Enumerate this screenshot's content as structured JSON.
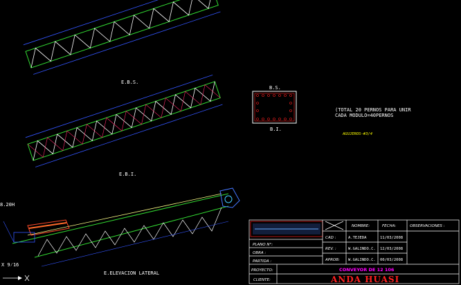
{
  "labels": {
    "ebs": "E.B.S.",
    "ebi": "E.B.I.",
    "elevacion": "E.ELEVACION LATERAL",
    "bs": "B.S.",
    "bi": "B.I.",
    "note_line1": "(TOTAL 20 PERNOS PARA UNIR",
    "note_line2": "CADA MODULO=40PERNOS",
    "agujeros": "AGUJEROS-#3/4",
    "height": "8.20H",
    "scale": "X 9⁄16"
  },
  "title_block": {
    "headers": {
      "nombre": "NOMBRE:",
      "fecha": "FECHA:",
      "observaciones": "OBSERVACIONES :"
    },
    "rows": [
      {
        "role": "CAD :",
        "name": "A.TEJEDA",
        "date": "11/03/2008"
      },
      {
        "role": "REV. :",
        "name": "W.GALINDO.C.",
        "date": "12/03/2008"
      },
      {
        "role": "APROB:",
        "name": "W.GALINDO.C.",
        "date": "00/03/2008"
      }
    ],
    "fields": {
      "plano": "PLANO N°:",
      "obra": "OBRA :",
      "partida": "PARTIDA :",
      "proyecto": "PROYECTO:",
      "cliente": "CLIENTE:"
    },
    "proyecto_value": "CONVEYOR DE 12 106",
    "cliente_value": "ANDA HUASI"
  },
  "colors": {
    "background": "#000000",
    "truss_frame": "#33dd33",
    "truss_web": "#ffffff",
    "dimension": "#3355ff",
    "bolt": "#ff2020",
    "accent_magenta": "#ff00ff",
    "accent_red": "#ff2020"
  },
  "icons": {
    "scale_arrow": "arrow-right-icon",
    "close_mark": "x-mark-icon"
  }
}
